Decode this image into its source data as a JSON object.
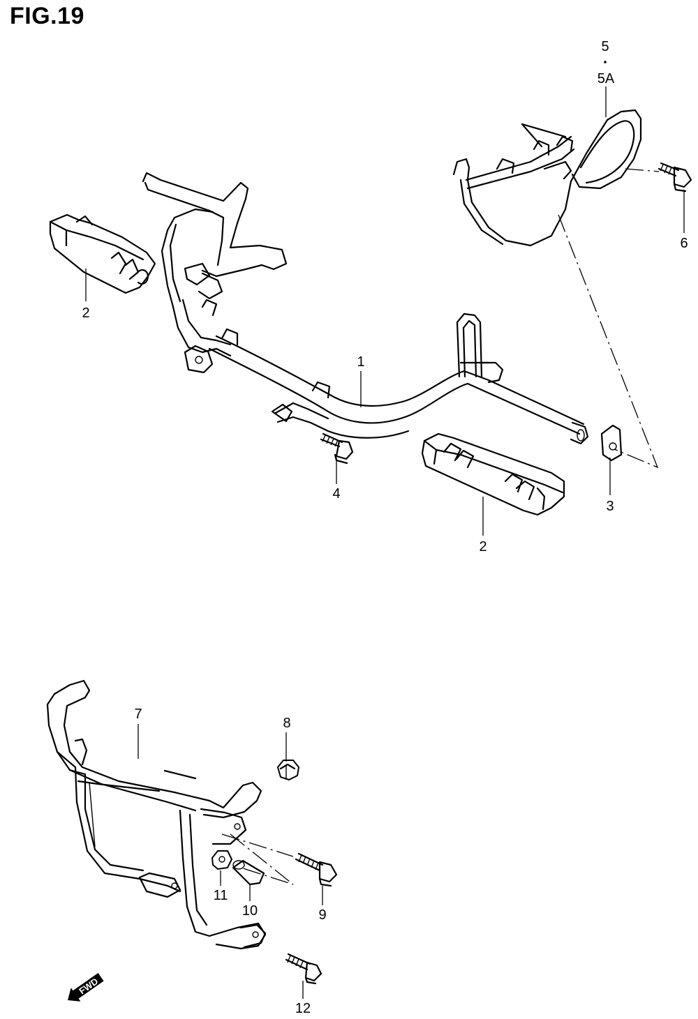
{
  "figure": {
    "title": "FIG.19"
  },
  "callouts": {
    "c1": "1",
    "c2a": "2",
    "c2b": "2",
    "c3": "3",
    "c4": "4",
    "c5": "5",
    "c5a": "5A",
    "c6": "6",
    "c7": "7",
    "c8": "8",
    "c9": "9",
    "c10": "10",
    "c11": "11",
    "c12": "12"
  },
  "direction_arrow": {
    "label": "FWD",
    "icon": "fwd-arrow-icon"
  }
}
